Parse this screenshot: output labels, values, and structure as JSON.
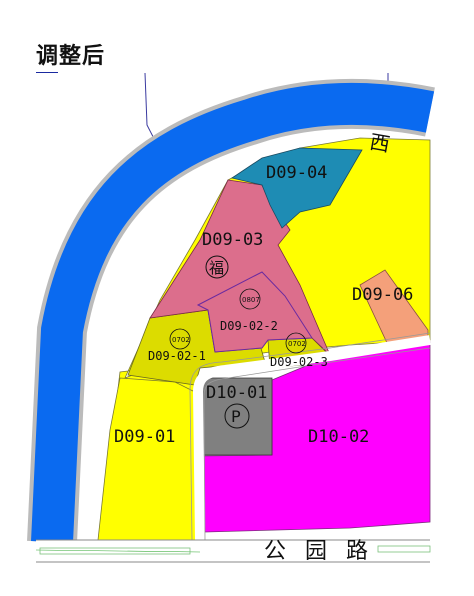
{
  "title": "调整后",
  "river_label": "西",
  "road_label": "公 园 路",
  "colors": {
    "river": "#0a6af0",
    "residential": "#ffff00",
    "commercial": "#ff00ff",
    "green_zone": "#dcdc00",
    "mixed": "#dc6e8c",
    "school": "#1e8cb4",
    "orange": "#f4a07a",
    "parking": "#808080"
  },
  "parcels": {
    "d09_04": {
      "label": "D09-04"
    },
    "d09_03": {
      "label": "D09-03",
      "symbol": "福"
    },
    "d09_06": {
      "label": "D09-06"
    },
    "d09_02_2": {
      "label": "D09-02-2",
      "code": "0807"
    },
    "d09_02_1": {
      "label": "D09-02-1",
      "code": "0702"
    },
    "d09_02_3": {
      "label": "D09-02-3",
      "code": "0702"
    },
    "d10_01": {
      "label": "D10-01",
      "symbol": "P"
    },
    "d10_02": {
      "label": "D10-02"
    },
    "d09_01": {
      "label": "D09-01"
    }
  }
}
